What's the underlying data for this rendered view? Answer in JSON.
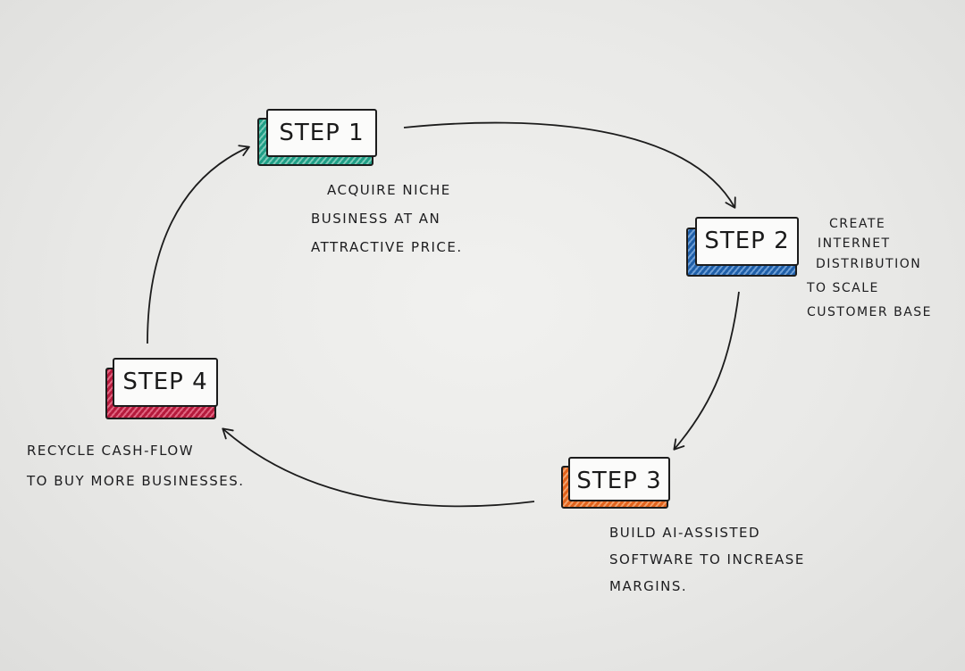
{
  "steps": [
    {
      "label": "STEP 1",
      "color": "#1f9e86",
      "note_lines": [
        "ACQUIRE NICHE",
        "BUSINESS AT AN",
        "ATTRACTIVE PRICE."
      ]
    },
    {
      "label": "STEP 2",
      "color": "#1f5fa8",
      "note_lines": [
        "CREATE",
        "INTERNET",
        "DISTRIBUTION",
        "TO SCALE",
        "CUSTOMER BASE"
      ]
    },
    {
      "label": "STEP 3",
      "color": "#e0631d",
      "note_lines": [
        "BUILD AI-ASSISTED",
        "SOFTWARE TO INCREASE",
        "MARGINS."
      ]
    },
    {
      "label": "STEP 4",
      "color": "#b51a3c",
      "note_lines": [
        "RECYCLE CASH-FLOW",
        "TO BUY MORE BUSINESSES."
      ]
    }
  ]
}
